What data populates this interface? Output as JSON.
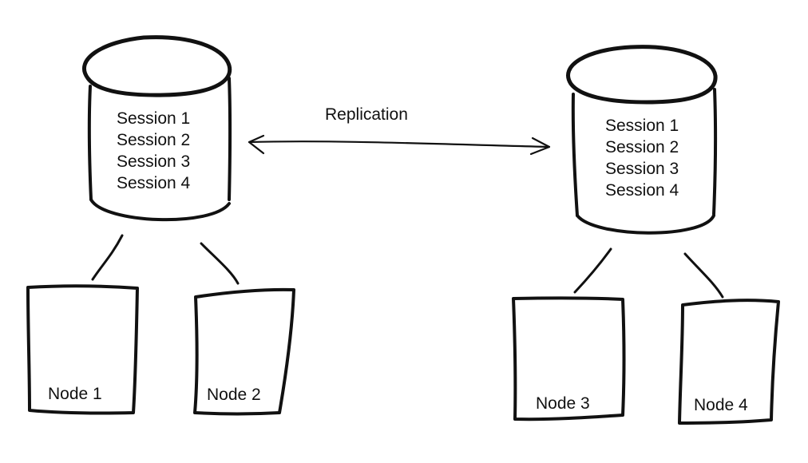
{
  "diagram": {
    "replication_label": "Replication",
    "left_store": {
      "sessions": [
        "Session 1",
        "Session 2",
        "Session 3",
        "Session 4"
      ]
    },
    "right_store": {
      "sessions": [
        "Session 1",
        "Session 2",
        "Session 3",
        "Session 4"
      ]
    },
    "nodes": [
      "Node 1",
      "Node 2",
      "Node 3",
      "Node 4"
    ]
  },
  "colors": {
    "ink": "#111111",
    "background": "#ffffff"
  }
}
